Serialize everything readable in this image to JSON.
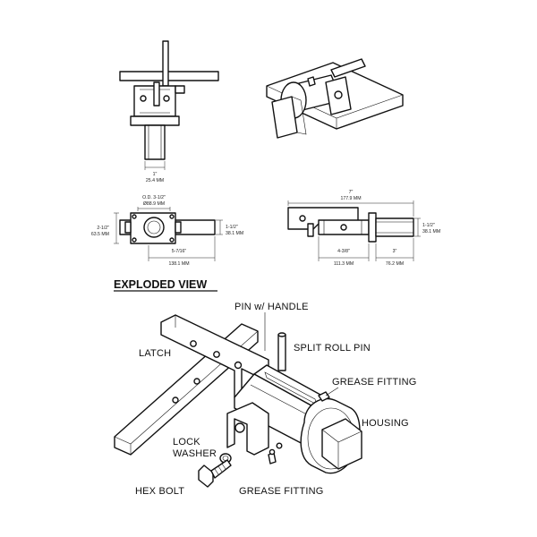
{
  "top_dims": {
    "pin_imperial": "1\"",
    "pin_metric": "25.4 MM"
  },
  "front_dims": {
    "od_imperial": "O.D. 3-1/2\"",
    "od_metric": "Ø88.9 MM",
    "height_imperial": "2-1/2\"",
    "height_metric": "63.5 MM",
    "bar_imperial": "1-1/2\"",
    "bar_metric": "38.1 MM",
    "length_imperial": "5-7/16\"",
    "length_metric": "138.1 MM"
  },
  "side_dims": {
    "total_imperial": "7\"",
    "total_metric": "177.9 MM",
    "bar_imperial": "1-1/2\"",
    "bar_metric": "38.1 MM",
    "housing_imperial": "4-3/8\"",
    "housing_metric": "111.3 MM",
    "shaft_imperial": "3\"",
    "shaft_metric": "76.2 MM"
  },
  "exploded": {
    "title": "EXPLODED VIEW",
    "labels": {
      "pin_handle": "PIN w/ HANDLE",
      "latch": "LATCH",
      "split_roll_pin": "SPLIT ROLL PIN",
      "grease_fitting_top": "GREASE FITTING",
      "housing": "HOUSING",
      "lock": "LOCK",
      "washer": "WASHER",
      "hex_bolt": "HEX BOLT",
      "grease_fitting_bottom": "GREASE FITTING"
    }
  }
}
